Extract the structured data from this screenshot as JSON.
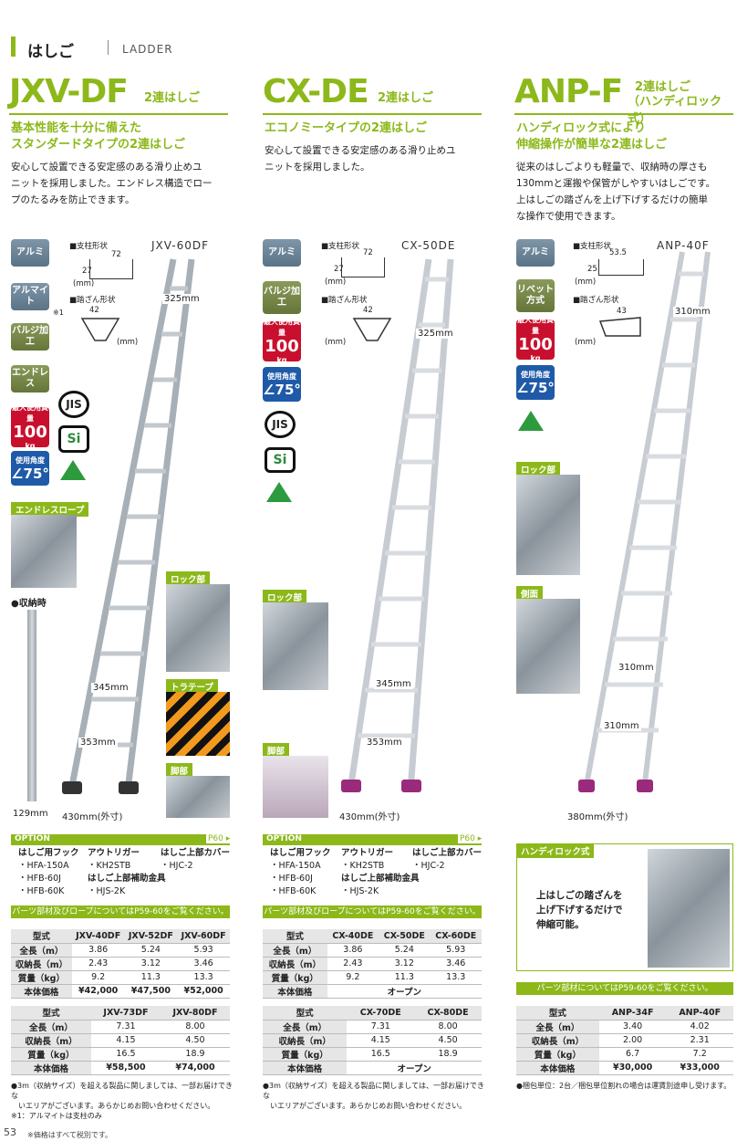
{
  "header": {
    "jp": "はしご",
    "en": "LADDER"
  },
  "page_num": "53",
  "tax_note": "※価格はすべて税別です。",
  "jxv": {
    "model": "JXV-DF",
    "sub": "2連はしご",
    "tagline1": "基本性能を十分に備えた",
    "tagline2": "スタンダードタイプの2連はしご",
    "desc1": "安心して設置できる安定感のある滑り止めユ",
    "desc2": "ニットを採用しました。エンドレス構造でロー",
    "desc3": "プのたるみを防止できます。",
    "badges": [
      "アルミ",
      "アルマイト",
      "バルジ加工",
      "エンドレス"
    ],
    "badge_note": "※1",
    "max_load_label": "最大使用質量",
    "max_load": "100",
    "max_load_unit": "kg",
    "angle_label": "使用角度",
    "angle": "∠75°",
    "jis": "JIS",
    "si": "Si",
    "spec_post": "■支柱形状",
    "post_w": "72",
    "post_h": "27",
    "mm1": "(mm)",
    "spec_step": "■踏ざん形状",
    "step_w": "42",
    "mm2": "(mm)",
    "photo_name": "JXV-60DF",
    "dim_top": "325mm",
    "dim_mid": "345mm",
    "dim_bot": "353mm",
    "dim_base": "430mm(外寸)",
    "dim_stored": "129mm",
    "cap_endless": "エンドレスロープ",
    "cap_stored": "●収納時",
    "cap_lock": "ロック部",
    "cap_tiger": "トラテープ",
    "cap_foot": "脚部",
    "opt_label": "OPTION",
    "opt_page": "P60 ▸",
    "opt_hook": "はしご用フック",
    "opt_hook_items": [
      "・HFA-150A",
      "・HFB-60J",
      "・HFB-60K"
    ],
    "opt_out": "アウトリガー",
    "opt_out_items": [
      "・KH2STB"
    ],
    "opt_aux": "はしご上部補助金具",
    "opt_aux_items": [
      "・HJS-2K"
    ],
    "opt_cover": "はしご上部カバー",
    "opt_cover_items": [
      "・HJC-2"
    ],
    "parts_note": "パーツ部材及びロープについてはP59-60をご覧ください。",
    "t1_head": [
      "型式",
      "JXV-40DF",
      "JXV-52DF",
      "JXV-60DF"
    ],
    "t1_rows": [
      [
        "全長（m）",
        "3.86",
        "5.24",
        "5.93"
      ],
      [
        "収納長（m）",
        "2.43",
        "3.12",
        "3.46"
      ],
      [
        "質量（kg）",
        "9.2",
        "11.3",
        "13.3"
      ],
      [
        "本体価格",
        "¥42,000",
        "¥47,500",
        "¥52,000"
      ]
    ],
    "t2_head": [
      "型式",
      "JXV-73DF",
      "JXV-80DF"
    ],
    "t2_rows": [
      [
        "全長（m）",
        "7.31",
        "8.00"
      ],
      [
        "収納長（m）",
        "4.15",
        "4.50"
      ],
      [
        "質量（kg）",
        "16.5",
        "18.9"
      ],
      [
        "本体価格",
        "¥58,500",
        "¥74,000"
      ]
    ],
    "fn1": "●3m（収納サイズ）を超える製品に関しましては、一部お届けできな",
    "fn2": "　いエリアがございます。あらかじめお問い合わせください。",
    "fn3": "※1：アルマイトは支柱のみ"
  },
  "cx": {
    "model": "CX-DE",
    "sub": "2連はしご",
    "tagline1": "エコノミータイプの2連はしご",
    "desc1": "安心して設置できる安定感のある滑り止めユ",
    "desc2": "ニットを採用しました。",
    "badges": [
      "アルミ",
      "バルジ加工"
    ],
    "max_load_label": "最大使用質量",
    "max_load": "100",
    "max_load_unit": "kg",
    "angle_label": "使用角度",
    "angle": "∠75°",
    "jis": "JIS",
    "si": "Si",
    "spec_post": "■支柱形状",
    "post_w": "72",
    "post_h": "27",
    "mm1": "(mm)",
    "spec_step": "■踏ざん形状",
    "step_w": "42",
    "mm2": "(mm)",
    "photo_name": "CX-50DE",
    "dim_top": "325mm",
    "dim_mid": "345mm",
    "dim_bot": "353mm",
    "dim_base": "430mm(外寸)",
    "cap_lock": "ロック部",
    "cap_foot": "脚部",
    "opt_label": "OPTION",
    "opt_page": "P60 ▸",
    "opt_hook": "はしご用フック",
    "opt_hook_items": [
      "・HFA-150A",
      "・HFB-60J",
      "・HFB-60K"
    ],
    "opt_out": "アウトリガー",
    "opt_out_items": [
      "・KH2STB"
    ],
    "opt_aux": "はしご上部補助金具",
    "opt_aux_items": [
      "・HJS-2K"
    ],
    "opt_cover": "はしご上部カバー",
    "opt_cover_items": [
      "・HJC-2"
    ],
    "parts_note": "パーツ部材及びロープについてはP59-60をご覧ください。",
    "t1_head": [
      "型式",
      "CX-40DE",
      "CX-50DE",
      "CX-60DE"
    ],
    "t1_rows": [
      [
        "全長（m）",
        "3.86",
        "5.24",
        "5.93"
      ],
      [
        "収納長（m）",
        "2.43",
        "3.12",
        "3.46"
      ],
      [
        "質量（kg）",
        "9.2",
        "11.3",
        "13.3"
      ]
    ],
    "t1_price": [
      "本体価格",
      "オープン"
    ],
    "t2_head": [
      "型式",
      "CX-70DE",
      "CX-80DE"
    ],
    "t2_rows": [
      [
        "全長（m）",
        "7.31",
        "8.00"
      ],
      [
        "収納長（m）",
        "4.15",
        "4.50"
      ],
      [
        "質量（kg）",
        "16.5",
        "18.9"
      ]
    ],
    "t2_price": [
      "本体価格",
      "オープン"
    ],
    "fn1": "●3m（収納サイズ）を超える製品に関しましては、一部お届けできな",
    "fn2": "　いエリアがございます。あらかじめお問い合わせください。"
  },
  "anp": {
    "model": "ANP-F",
    "sub1": "2連はしご",
    "sub2": "（ハンディロック式）",
    "tagline1": "ハンディロック式により",
    "tagline2": "伸縮操作が簡単な2連はしご",
    "desc1": "従来のはしごよりも軽量で、収納時の厚さも",
    "desc2": "130mmと運搬や保管がしやすいはしごです。",
    "desc3": "上はしごの踏ざんを上げ下げするだけの簡単",
    "desc4": "な操作で使用できます。",
    "badges": [
      "アルミ",
      "リベット方式"
    ],
    "max_load_label": "最大使用質量",
    "max_load": "100",
    "max_load_unit": "kg",
    "angle_label": "使用角度",
    "angle": "∠75°",
    "spec_post": "■支柱形状",
    "post_w": "53.5",
    "post_h": "25",
    "mm1": "(mm)",
    "spec_step": "■踏ざん形状",
    "step_w": "43",
    "mm2": "(mm)",
    "photo_name": "ANP-40F",
    "dim_top": "310mm",
    "dim_mid": "310mm",
    "dim_bot": "310mm",
    "dim_base": "380mm(外寸)",
    "cap_lock": "ロック部",
    "cap_side": "側面",
    "cap_handy": "ハンディロック式",
    "handy_text1": "上はしごの踏ざんを",
    "handy_text2": "上げ下げするだけで",
    "handy_text3": "伸縮可能。",
    "parts_note": "パーツ部材についてはP59-60をご覧ください。",
    "t_head": [
      "型式",
      "ANP-34F",
      "ANP-40F"
    ],
    "t_rows": [
      [
        "全長（m）",
        "3.40",
        "4.02"
      ],
      [
        "収納長（m）",
        "2.00",
        "2.31"
      ],
      [
        "質量（kg）",
        "6.7",
        "7.2"
      ],
      [
        "本体価格",
        "¥30,000",
        "¥33,000"
      ]
    ],
    "fn1": "●梱包単位：2台／梱包単位割れの場合は運賃別途申し受けます。"
  },
  "colors": {
    "accent": "#8cb81a",
    "foot": "#9a2a7c",
    "badge": "#5b7386"
  }
}
